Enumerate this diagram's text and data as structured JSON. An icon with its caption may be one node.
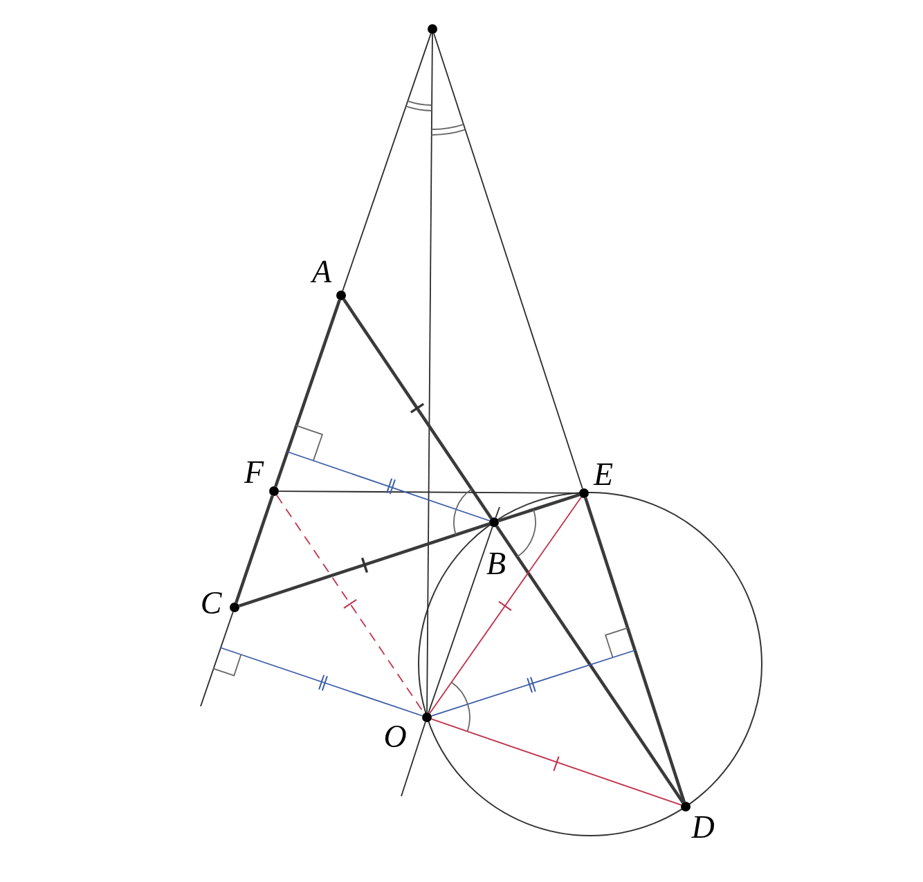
{
  "diagram": {
    "nodes": [
      {
        "text": [],
        "shape": "circle"
      },
      {
        "text": [
          "A"
        ]
      },
      {
        "text": [
          "F"
        ]
      },
      {
        "text": [
          "E"
        ]
      },
      {
        "text": [
          "B"
        ]
      },
      {
        "text": [
          "C"
        ]
      },
      {
        "text": [
          "O"
        ]
      },
      {
        "text": [
          "D"
        ]
      },
      {
        "text": [],
        "shape": "box"
      },
      {
        "text": [],
        "shape": "box"
      },
      {
        "text": [],
        "shape": "box"
      }
    ],
    "edges": [
      {
        "from": 0,
        "to": 1,
        "arrow": "none"
      },
      {
        "from": 1,
        "to": 2,
        "arrow": "none",
        "style": "thick"
      },
      {
        "from": 2,
        "to": 5,
        "arrow": "none",
        "style": "thick"
      },
      {
        "from": 5,
        "to": null,
        "arrow": "none"
      },
      {
        "from": 0,
        "to": 3,
        "arrow": "none"
      },
      {
        "from": 3,
        "to": 7,
        "arrow": "none",
        "style": "thick"
      },
      {
        "from": 0,
        "to": 6,
        "arrow": "none"
      },
      {
        "from": 1,
        "to": 4,
        "arrow": "none",
        "style": "thick"
      },
      {
        "from": 4,
        "to": 7,
        "arrow": "none",
        "style": "thick"
      },
      {
        "from": 3,
        "to": 4,
        "arrow": "none",
        "style": "thick"
      },
      {
        "from": 4,
        "to": 5,
        "arrow": "none",
        "style": "thick"
      },
      {
        "from": 2,
        "to": 3,
        "arrow": "none"
      },
      {
        "from": 2,
        "to": 6,
        "arrow": "none",
        "style": "dashed",
        "color": "#c0304a"
      },
      {
        "from": 3,
        "to": 6,
        "arrow": "none",
        "color": "#c0304a"
      },
      {
        "from": 6,
        "to": 7,
        "arrow": "none",
        "color": "#c0304a"
      },
      {
        "from": 6,
        "to": 4,
        "arrow": "none"
      },
      {
        "from": 6,
        "to": null,
        "arrow": "none"
      },
      {
        "from": 4,
        "to": null,
        "arrow": "none"
      },
      {
        "from": 8,
        "to": 4,
        "arrow": "none",
        "color": "#3a5ba8"
      },
      {
        "from": 6,
        "to": 9,
        "arrow": "none",
        "color": "#3a5ba8"
      },
      {
        "from": 6,
        "to": 10,
        "arrow": "none",
        "color": "#3a5ba8"
      }
    ]
  }
}
